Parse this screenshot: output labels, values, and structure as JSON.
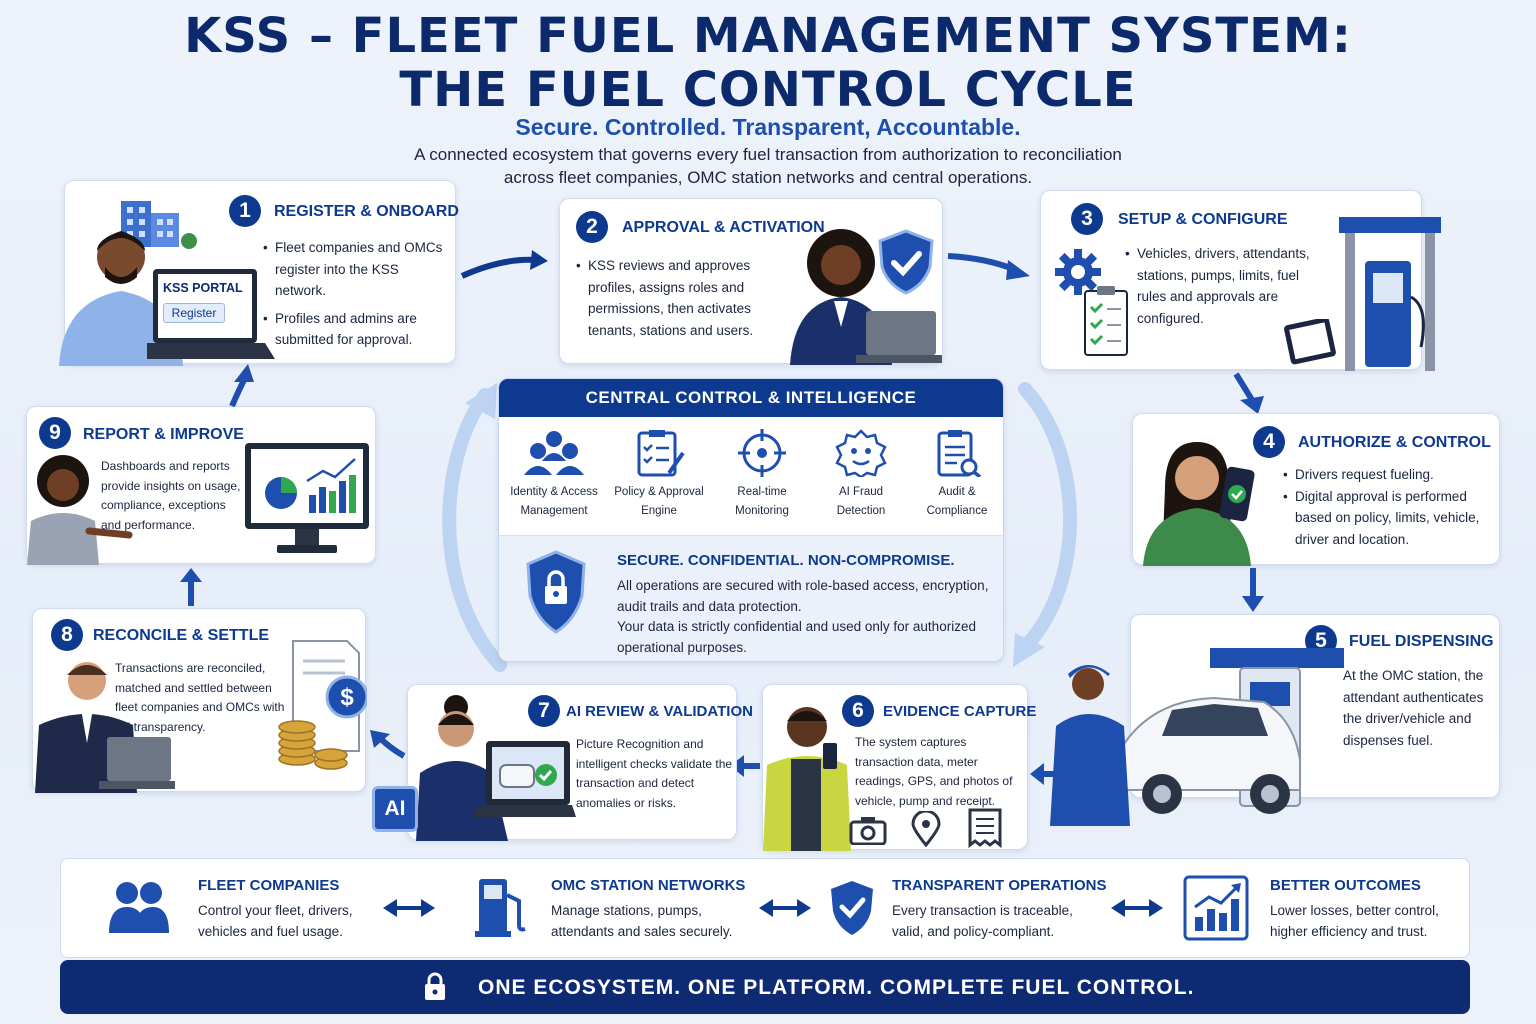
{
  "header": {
    "title_line1": "KSS – FLEET FUEL MANAGEMENT SYSTEM:",
    "title_line2": "THE FUEL CONTROL CYCLE",
    "tagline": "Secure. Controlled. Transparent, Accountable.",
    "description_line1": "A connected ecosystem that governs every fuel transaction from authorization to reconciliation",
    "description_line2": "across fleet companies, OMC station networks and central operations."
  },
  "steps": [
    {
      "num": "1",
      "title": "REGISTER & ONBOARD",
      "bullets": [
        "Fleet companies and OMCs register into the KSS network.",
        "Profiles and admins are submitted for approval."
      ],
      "portal_title": "KSS PORTAL",
      "portal_button": "Register"
    },
    {
      "num": "2",
      "title": "APPROVAL & ACTIVATION",
      "bullets": [
        "KSS reviews and approves profiles, assigns roles and permissions, then activates tenants, stations and users."
      ]
    },
    {
      "num": "3",
      "title": "SETUP & CONFIGURE",
      "bullets": [
        "Vehicles, drivers, attendants, stations, pumps, limits, fuel rules and approvals are configured."
      ]
    },
    {
      "num": "4",
      "title": "AUTHORIZE & CONTROL",
      "bullets": [
        "Drivers request fueling.",
        "Digital approval is performed based on policy, limits, vehicle, driver and location."
      ]
    },
    {
      "num": "5",
      "title": "FUEL DISPENSING",
      "body": "At the OMC station, the attendant authenticates the driver/vehicle and dispenses fuel."
    },
    {
      "num": "6",
      "title": "EVIDENCE CAPTURE",
      "body": "The system captures transaction data, meter readings, GPS, and photos of vehicle, pump and receipt."
    },
    {
      "num": "7",
      "title": "AI REVIEW & VALIDATION",
      "body": "Picture Recognition and intelligent checks validate the transaction and detect anomalies or risks.",
      "badge": "AI"
    },
    {
      "num": "8",
      "title": "RECONCILE & SETTLE",
      "body": "Transactions are reconciled, matched and settled between fleet companies and OMCs with full transparency."
    },
    {
      "num": "9",
      "title": "REPORT & IMPROVE",
      "body": "Dashboards and reports provide insights on usage, compliance, exceptions and performance."
    }
  ],
  "central": {
    "title": "CENTRAL CONTROL & INTELLIGENCE",
    "features": [
      {
        "line1": "Identity & Access",
        "line2": "Management",
        "icon": "users-icon"
      },
      {
        "line1": "Policy & Approval",
        "line2": "Engine",
        "icon": "clipboard-icon"
      },
      {
        "line1": "Real-time",
        "line2": "Monitoring",
        "icon": "crosshair-icon"
      },
      {
        "line1": "AI Fraud",
        "line2": "Detection",
        "icon": "ai-brain-icon"
      },
      {
        "line1": "Audit &",
        "line2": "Compliance",
        "icon": "audit-icon"
      }
    ],
    "security_title": "SECURE. CONFIDENTIAL. NON-COMPROMISE.",
    "security_body1": "All operations are secured with role-based access, encryption, audit trails and data protection.",
    "security_body2": "Your data is strictly confidential and used only for authorized operational purposes."
  },
  "bottom": [
    {
      "title": "FLEET COMPANIES",
      "body": "Control your fleet, drivers, vehicles and fuel usage."
    },
    {
      "title": "OMC STATION NETWORKS",
      "body": "Manage stations, pumps, attendants and sales securely."
    },
    {
      "title": "TRANSPARENT OPERATIONS",
      "body": "Every transaction is traceable, valid, and policy-compliant."
    },
    {
      "title": "BETTER OUTCOMES",
      "body": "Lower losses, better control, higher efficiency and trust."
    }
  ],
  "footer": "ONE ECOSYSTEM. ONE PLATFORM. COMPLETE FUEL CONTROL.",
  "colors": {
    "primary": "#0d3a8f",
    "dark": "#0d2a72",
    "accent": "#2f7de1",
    "success": "#2fa84f"
  }
}
